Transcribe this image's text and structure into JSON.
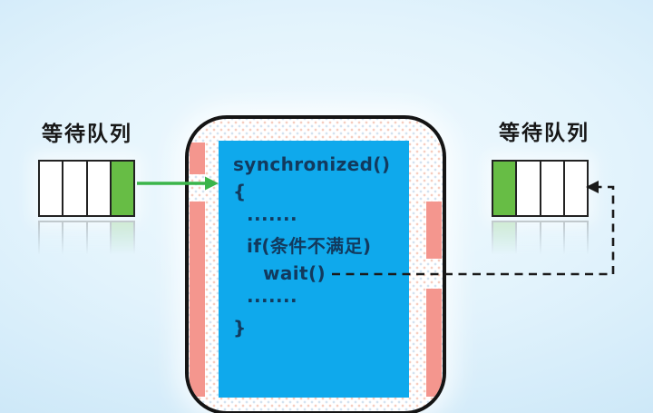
{
  "diagram": {
    "left_queue": {
      "label": "等待队列",
      "cell_count": 4,
      "occupied_index": 3
    },
    "right_queue": {
      "label": "等待队列",
      "cell_count": 4,
      "occupied_index": 0
    },
    "code_block": {
      "lines": [
        {
          "text": "synchronized()",
          "indent": 0
        },
        {
          "text": "{",
          "indent": 0
        },
        {
          "text": "·······",
          "indent": 1
        },
        {
          "text": "if(条件不满足)",
          "indent": 1
        },
        {
          "text": "wait()",
          "indent": 2
        },
        {
          "text": "·······",
          "indent": 1
        },
        {
          "text": "}",
          "indent": 0
        }
      ]
    },
    "arrows": {
      "enter_color": "#3bb54a",
      "wait_dash_color": "#1a1a1a"
    },
    "colors": {
      "code_bg": "#0fa9ec",
      "code_text": "#123a5e",
      "queue_green": "#67bd45",
      "tab_pink": "#f4968e",
      "page_bg": "#cde8f8"
    }
  }
}
